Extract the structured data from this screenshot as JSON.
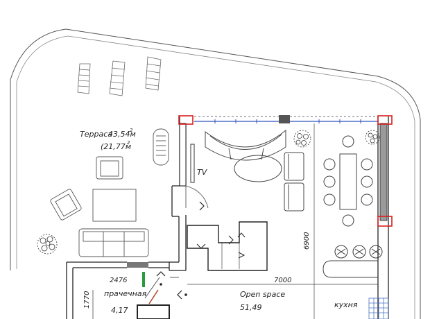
{
  "rooms": {
    "terrace": {
      "name": "Терраса",
      "area_gross": "43,54м",
      "area_net": "(21,77м",
      "area_sup": "2"
    },
    "laundry": {
      "name": "прачечная",
      "area": "4,17"
    },
    "open_space": {
      "name": "Open space",
      "area": "51,49"
    },
    "kitchen": {
      "name": "кухня"
    }
  },
  "labels": {
    "tv": "TV"
  },
  "dimensions": {
    "height_open_space": "6900",
    "width_open_space": "7000",
    "laundry_width": "2476",
    "laundry_height": "1770"
  },
  "colors": {
    "line": "#2a2a2a",
    "column_red": "#d62020",
    "window_blue": "#3050c0",
    "area_red": "#c0302a",
    "green_door": "#2a9a3a",
    "grey_wall": "#9a9a9a",
    "tile_blue": "#4a70c0"
  }
}
